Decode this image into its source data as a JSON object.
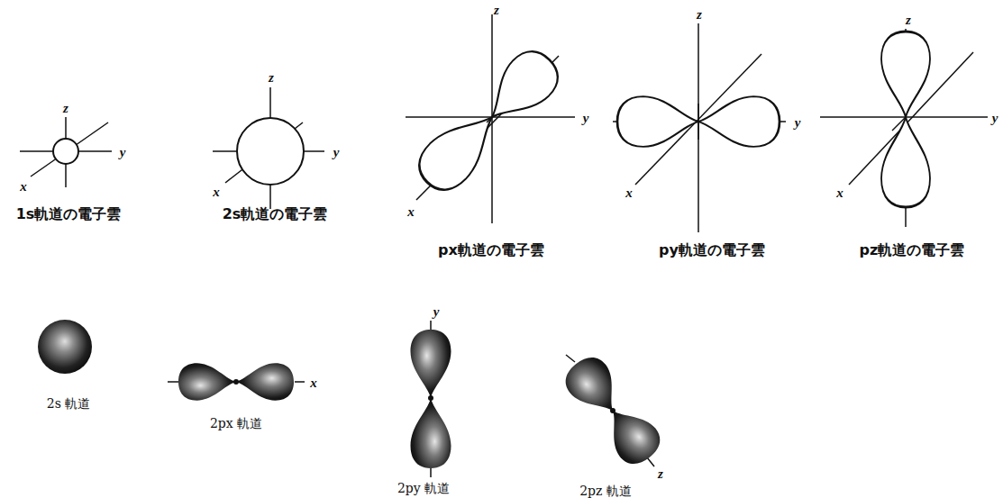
{
  "diagram": {
    "labels": [
      "z",
      "y",
      "x",
      "1s軌道の電子雲",
      "z",
      "y",
      "x",
      "2s軌道の電子雲",
      "z",
      "y",
      "x",
      "px軌道の電子雲",
      "z",
      "y",
      "x",
      "py軌道の電子雲",
      "z",
      "y",
      "x",
      "pz軌道の電子雲",
      "2s 軌道",
      "x",
      "2px 軌道",
      "y",
      "2py 軌道",
      "z",
      "2pz 軌道"
    ]
  }
}
